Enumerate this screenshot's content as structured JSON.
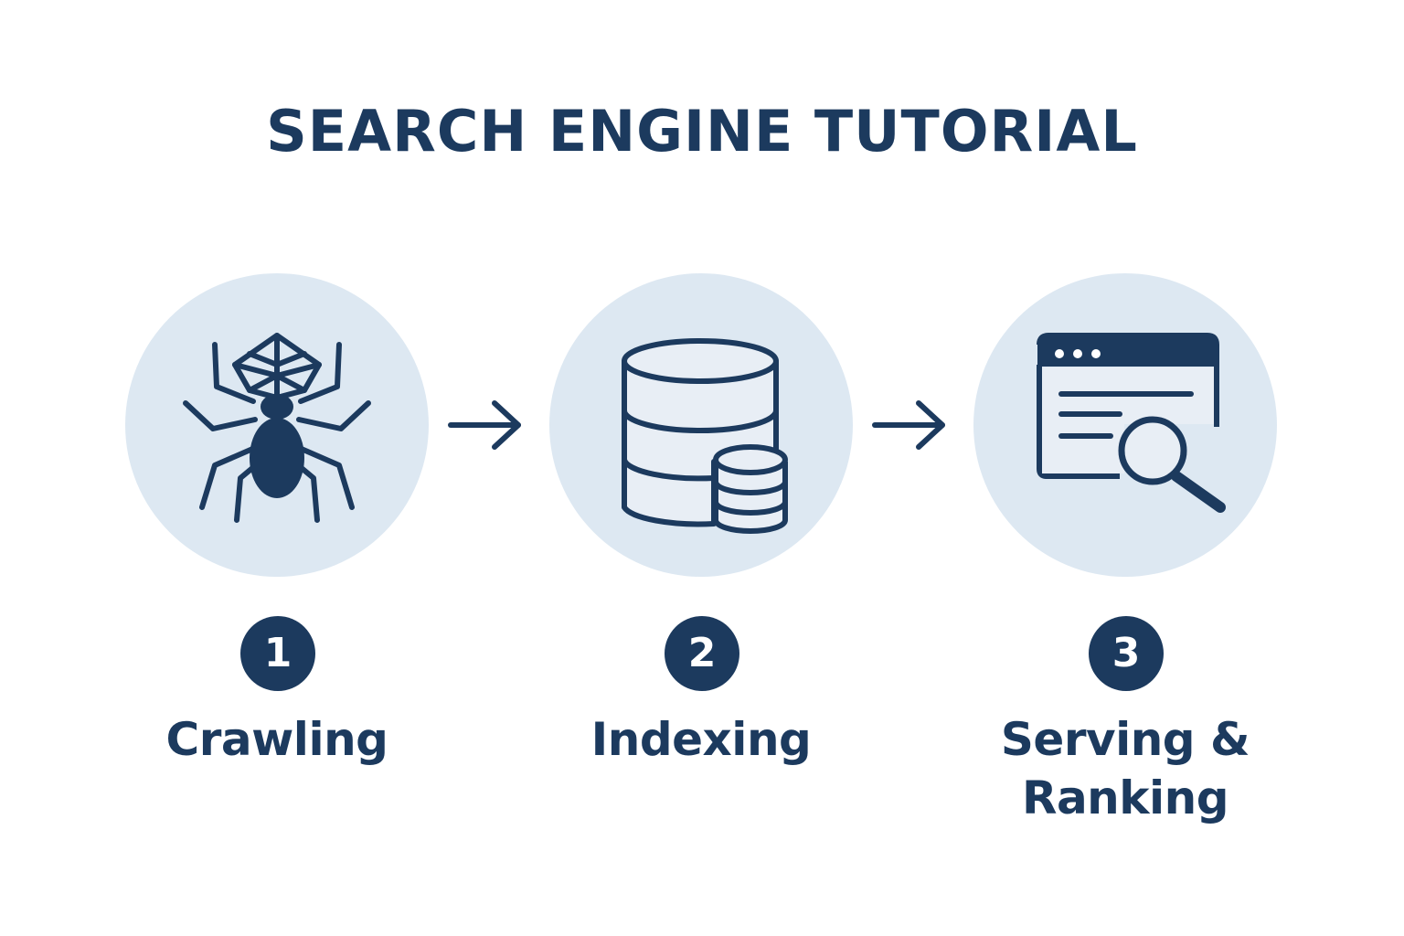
{
  "title": "SEARCH ENGINE TUTORIAL",
  "colors": {
    "primary": "#1c3a5e",
    "circle_fill": "#dde8f2",
    "icon_fill_light": "#e8eef5",
    "background": "#ffffff"
  },
  "steps": [
    {
      "number": "1",
      "label_line1": "Crawling",
      "icon": "spider-icon"
    },
    {
      "number": "2",
      "label_line1": "Indexing",
      "icon": "database-icon"
    },
    {
      "number": "3",
      "label_line1": "Serving &",
      "label_line2": "Ranking",
      "icon": "browser-search-icon"
    }
  ],
  "connectors": [
    "arrow-right-icon",
    "arrow-right-icon"
  ]
}
